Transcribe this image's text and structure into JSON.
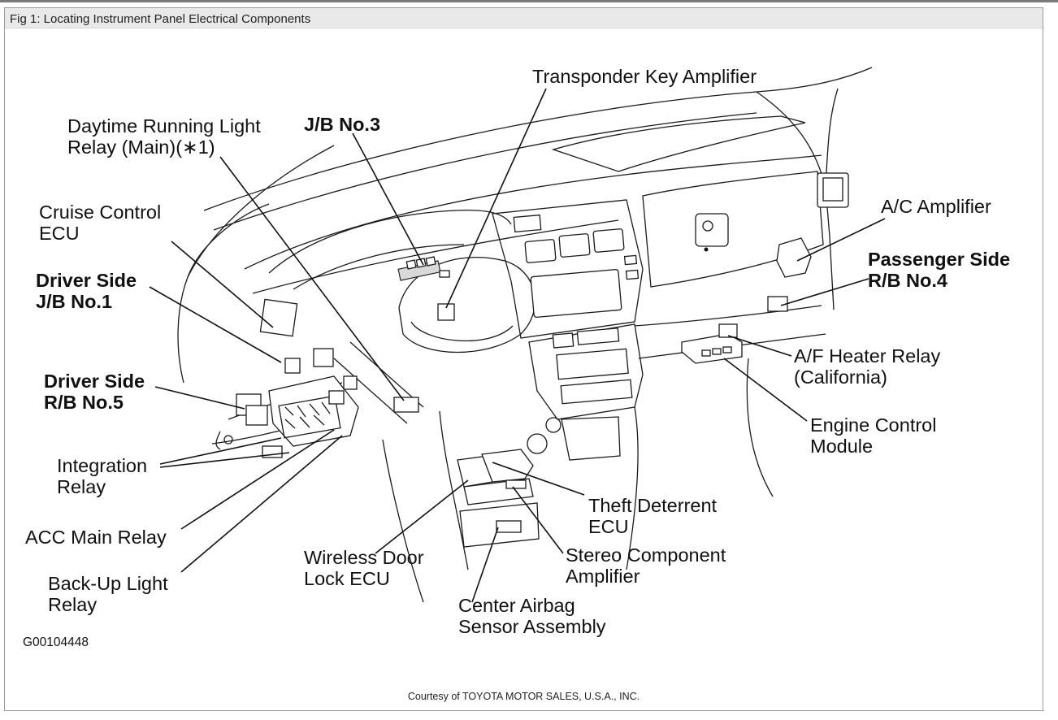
{
  "figure": {
    "title": "Fig 1: Locating Instrument Panel Electrical Components",
    "code": "G00104448",
    "credit": "Courtesy of TOYOTA MOTOR SALES, U.S.A., INC."
  },
  "labels": {
    "transponder": "Transponder Key Amplifier",
    "drl_1": "Daytime Running Light",
    "drl_2": "Relay (Main)(∗1)",
    "jb3": "J/B No.3",
    "cruise_1": "Cruise Control",
    "cruise_2": "ECU",
    "driver_jb_1": "Driver Side",
    "driver_jb_2": "J/B No.1",
    "driver_rb_1": "Driver Side",
    "driver_rb_2": "R/B No.5",
    "integration_1": "Integration",
    "integration_2": "Relay",
    "acc": "ACC Main Relay",
    "backup_1": "Back-Up Light",
    "backup_2": "Relay",
    "ac_amp": "A/C Amplifier",
    "pass_rb_1": "Passenger Side",
    "pass_rb_2": "R/B No.4",
    "af_heater_1": "A/F Heater Relay",
    "af_heater_2": "(California)",
    "ecm_1": "Engine Control",
    "ecm_2": "Module",
    "theft_1": "Theft Deterrent",
    "theft_2": "ECU",
    "wireless_1": "Wireless Door",
    "wireless_2": "Lock ECU",
    "stereo_1": "Stereo Component",
    "stereo_2": "Amplifier",
    "airbag_1": "Center Airbag",
    "airbag_2": "Sensor Assembly"
  }
}
